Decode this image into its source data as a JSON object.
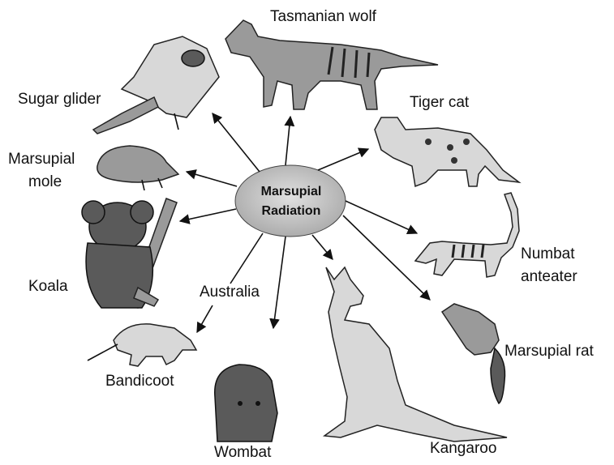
{
  "center": {
    "line1": "Marsupial",
    "line2": "Radiation"
  },
  "region_label": "Australia",
  "animals": {
    "tasmanian_wolf": "Tasmanian wolf",
    "sugar_glider": "Sugar glider",
    "tiger_cat": "Tiger cat",
    "marsupial_mole_line1": "Marsupial",
    "marsupial_mole_line2": "mole",
    "numbat_line1": "Numbat",
    "numbat_line2": "anteater",
    "koala": "Koala",
    "marsupial_rat": "Marsupial rat",
    "bandicoot": "Bandicoot",
    "wombat": "Wombat",
    "kangaroo": "Kangaroo"
  },
  "colors": {
    "center_fill": "#bdbdbd",
    "line": "#111111"
  }
}
